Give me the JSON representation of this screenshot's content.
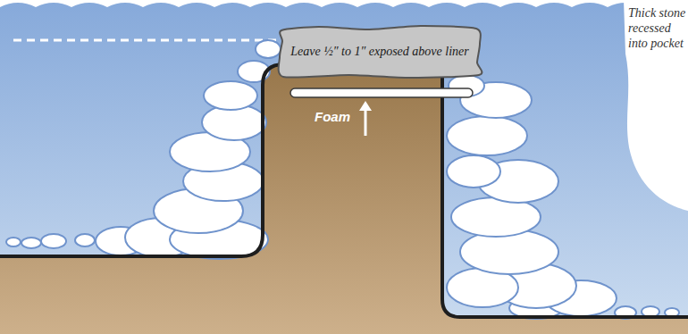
{
  "diagram": {
    "nodes": [
      {
        "text": [
          "Leave ½″ to 1″ exposed above liner"
        ]
      }
    ],
    "labels": [
      "Foam",
      "Thick stone recessed into pocket"
    ]
  }
}
